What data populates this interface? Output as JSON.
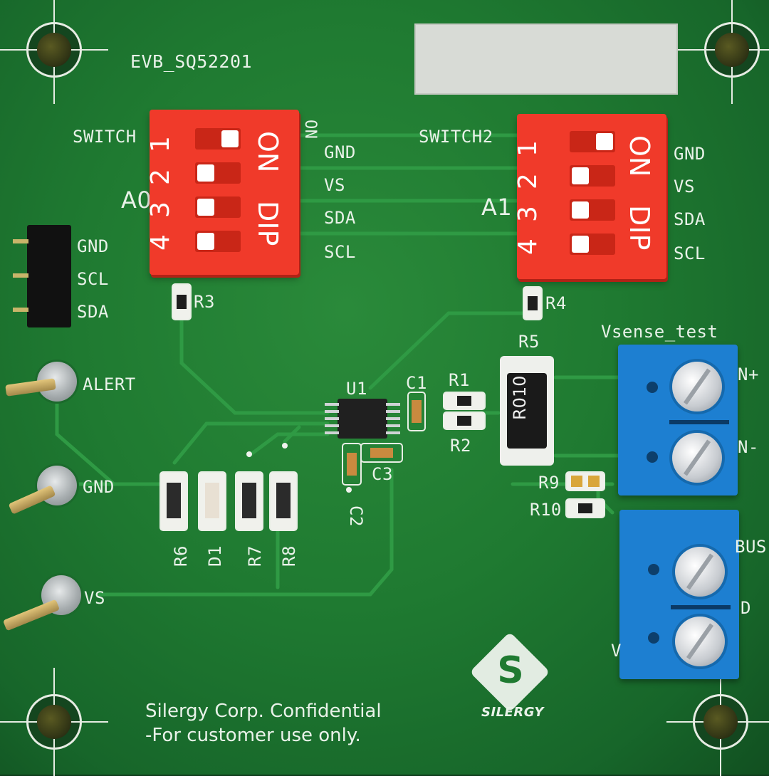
{
  "board": {
    "id_label": "EVB_SQ52201",
    "confidential_line1": "Silergy Corp. Confidential",
    "confidential_line2": "-For customer use only.",
    "logo_text": "SILERGY"
  },
  "switches": {
    "left": {
      "name": "SWITCH",
      "address_label": "A0",
      "on_mark": "ON",
      "body_text_1": "ON",
      "body_text_2": "DIP",
      "positions": [
        "1",
        "2",
        "3",
        "4"
      ],
      "states": [
        "on",
        "off",
        "off",
        "off"
      ]
    },
    "right": {
      "name": "SWITCH2",
      "address_label": "A1",
      "body_text_1": "ON",
      "body_text_2": "DIP",
      "positions": [
        "1",
        "2",
        "3",
        "4"
      ],
      "states": [
        "on",
        "off",
        "off",
        "off"
      ]
    },
    "bus_labels": [
      "GND",
      "VS",
      "SDA",
      "SCL"
    ],
    "right_labels": [
      "GND",
      "VS",
      "SDA",
      "SCL"
    ]
  },
  "header": {
    "labels": [
      "GND",
      "SCL",
      "SDA"
    ]
  },
  "test_points": [
    "ALERT",
    "GND",
    "VS"
  ],
  "components": {
    "r3": "R3",
    "r4": "R4",
    "r5": "R5",
    "r5_marking": "R010",
    "u1": "U1",
    "c1": "C1",
    "r1": "R1",
    "r2": "R2",
    "c2": "C2",
    "c3": "C3",
    "r6": "R6",
    "d1": "D1",
    "r7": "R7",
    "r8": "R8",
    "r9": "R9",
    "r10": "R10"
  },
  "terminals": {
    "vsense_title": "Vsense_test",
    "vsense_pos": "N+",
    "vsense_neg": "N-",
    "bus_top": "BUS",
    "bus_bottom": "D",
    "bus_left": "V"
  },
  "colors": {
    "pcb": "#1f7a31",
    "silkscreen": "#e9f2e9",
    "dip_switch": "#f03a2a",
    "terminal_block": "#1d7fd1"
  }
}
